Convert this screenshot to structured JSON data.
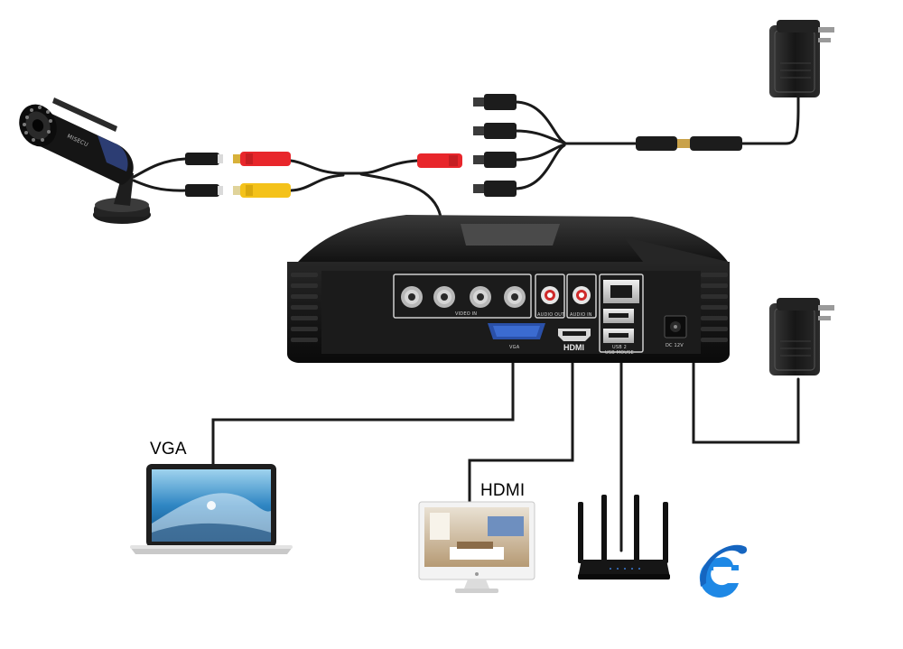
{
  "labels": {
    "vga_label": "VGA",
    "hdmi_label": "HDMI"
  },
  "dvr": {
    "port_labels": {
      "video_in": "VIDEO IN",
      "audio_out": "AUDIO OUT",
      "audio_in": "AUDIO IN",
      "vga": "VGA",
      "hdmi": "HDMI",
      "usb1": "USB 2",
      "usb2": "USB MOUSE",
      "dc": "DC 12V"
    }
  },
  "camera": {
    "brand": "MISECU"
  },
  "colors": {
    "cable": "#1a1a1a",
    "rca_red": "#e8262b",
    "rca_yellow": "#f4c21a",
    "dvr_body": "#141414",
    "ie_blue": "#1e88e5"
  },
  "icons": [
    "camera-icon",
    "power-adapter-icon",
    "laptop-icon",
    "monitor-icon",
    "router-icon",
    "internet-explorer-icon",
    "dvr-device-icon"
  ]
}
